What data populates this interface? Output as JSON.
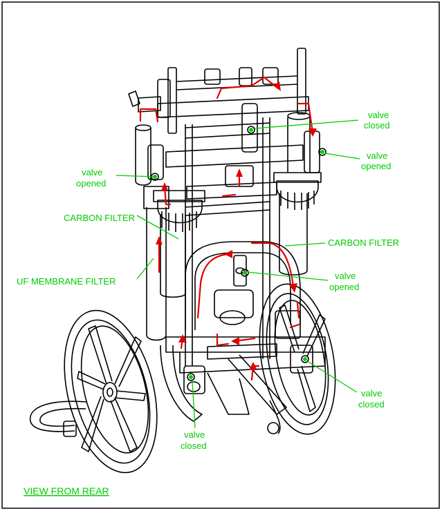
{
  "colors": {
    "line": "#000000",
    "label": "#00cc00",
    "flow": "#e00000",
    "border": "#000000",
    "background": "#ffffff"
  },
  "title": "VIEW FROM REAR",
  "labels": {
    "valve_top_right_1": "valve",
    "valve_top_right_2": "closed",
    "valve_right_1": "valve",
    "valve_right_2": "opened",
    "valve_left_1": "valve",
    "valve_left_2": "opened",
    "carbon_filter_left": "CARBON FILTER",
    "carbon_filter_right": "CARBON FILTER",
    "uf_membrane": "UF MEMBRANE FILTER",
    "valve_center_1": "valve",
    "valve_center_2": "opened",
    "valve_bottom_right_1": "valve",
    "valve_bottom_right_2": "closed",
    "valve_bottom_1": "valve",
    "valve_bottom_2": "closed"
  }
}
